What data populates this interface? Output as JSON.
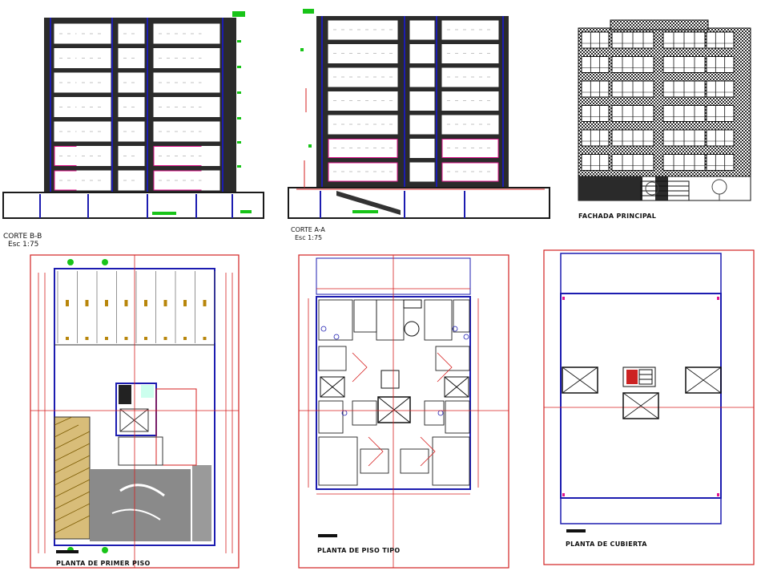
{
  "colors": {
    "wall": "#2b2b2b",
    "slab": "#1a1a1a",
    "column": "#1c1cb0",
    "dimension": "#d61f1f",
    "accent": "#e0148c",
    "green": "#18c418",
    "frame": "#d22222"
  },
  "drawings": {
    "section_bb": {
      "title": "CORTE B-B",
      "scale": "Esc 1:75"
    },
    "section_aa": {
      "title": "CORTE A-A",
      "scale": "Esc 1:75"
    },
    "facade": {
      "title": "FACHADA PRINCIPAL"
    },
    "first_floor": {
      "title": "PLANTA DE PRIMER PISO"
    },
    "typical_floor": {
      "title": "PLANTA DE PISO TIPO"
    },
    "roof": {
      "title": "PLANTA DE CUBIERTA"
    }
  }
}
